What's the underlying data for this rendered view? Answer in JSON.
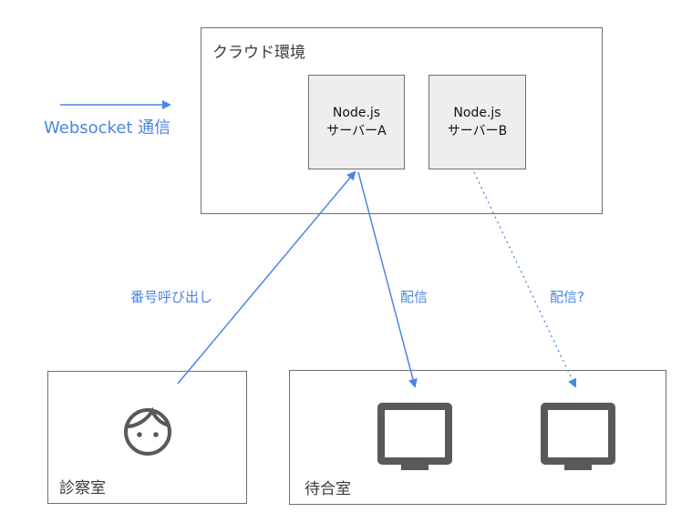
{
  "legend": {
    "label": "Websocket 通信"
  },
  "cloud": {
    "label": "クラウド環境",
    "servers": [
      {
        "line1": "Node.js",
        "line2": "サーバーA"
      },
      {
        "line1": "Node.js",
        "line2": "サーバーB"
      }
    ]
  },
  "exam_room": {
    "label": "診察室",
    "icon": "face-icon"
  },
  "waiting_room": {
    "label": "待合室",
    "icons": [
      "monitor-icon",
      "monitor-icon"
    ]
  },
  "edges": {
    "call": "番号呼び出し",
    "deliver": "配信",
    "deliver_question": "配信?"
  },
  "colors": {
    "accent": "#4a86e0",
    "border": "#6f6f6f",
    "server_fill": "#eeeeee",
    "icon": "#595959"
  }
}
